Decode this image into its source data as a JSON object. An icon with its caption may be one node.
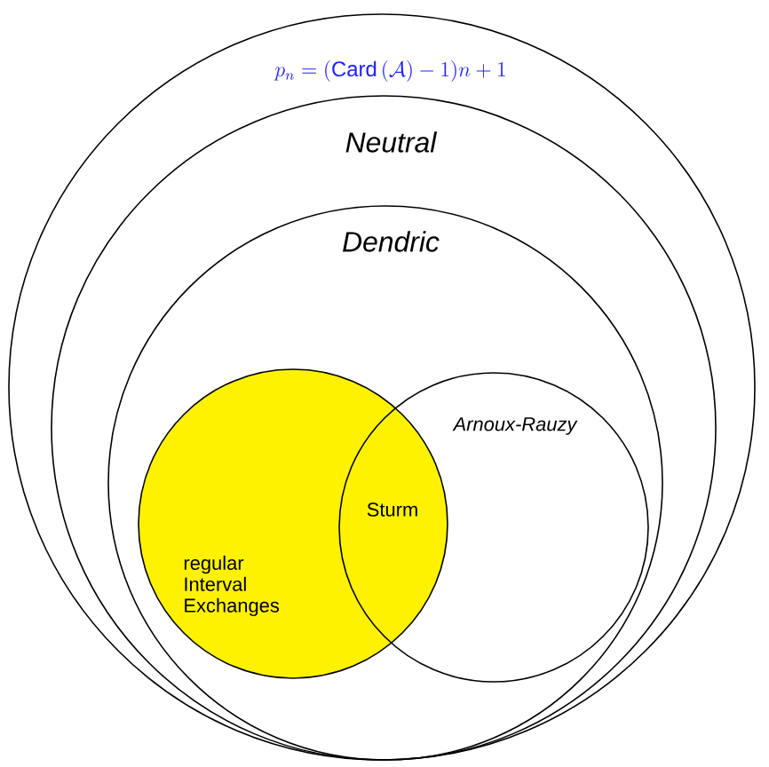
{
  "diagram": {
    "nodes": [
      {
        "text": [
          "p_n = (\\mathsf{Card}\\,(\\mathcal{A}) - 1)n + 1"
        ]
      },
      {
        "text": [
          "Neutral"
        ],
        "in": 0
      },
      {
        "text": [
          "Dendric"
        ],
        "in": 1
      },
      {
        "text": [
          "regular Interval Exchanges"
        ],
        "in": 2
      },
      {
        "text": [
          "Arnoux-Rauzy"
        ],
        "in": 2
      }
    ],
    "labels": [
      "Sturm"
    ]
  }
}
